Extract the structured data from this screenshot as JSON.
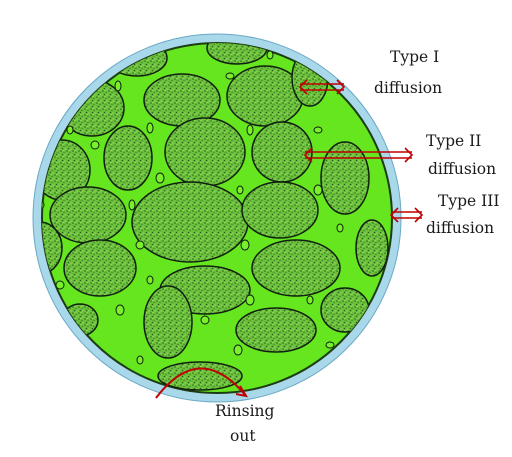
{
  "labels": {
    "type1": [
      "Type I",
      "diffusion"
    ],
    "type2": [
      "Type II",
      "diffusion"
    ],
    "type3": [
      "Type III",
      "diffusion"
    ],
    "rinsing": [
      "Rinsing",
      "out"
    ]
  },
  "colors": {
    "outer_ring": "#a8d8ea",
    "matrix": "#66e61e",
    "granule": "#4a9a3a",
    "outline": "#102010",
    "arrow": "#c00000",
    "label_text": "#1a1a1a"
  },
  "icons": {
    "diffusion_arrow": "double-headed-arrow",
    "rinsing_arrow": "arch-arrow"
  }
}
